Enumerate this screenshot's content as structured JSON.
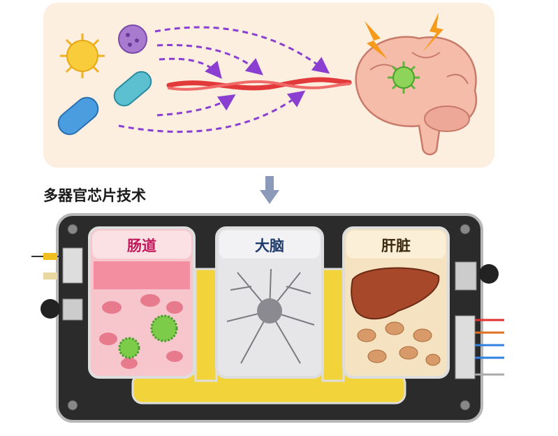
{
  "title": "多器官芯片技术",
  "chambers": [
    {
      "label": "肠道",
      "color": "#c2185b"
    },
    {
      "label": "大脑",
      "color": "#1f3a6b"
    },
    {
      "label": "肝脏",
      "color": "#3a2a10"
    }
  ],
  "colors": {
    "top_panel": "#fcefe0",
    "arrow_purple": "#8a3fd1",
    "vessel_red": "#e23a3a",
    "brain_pink": "#f5bcaa",
    "chip_body": "#2b2b2b",
    "channel_yellow": "#f2d43a"
  }
}
